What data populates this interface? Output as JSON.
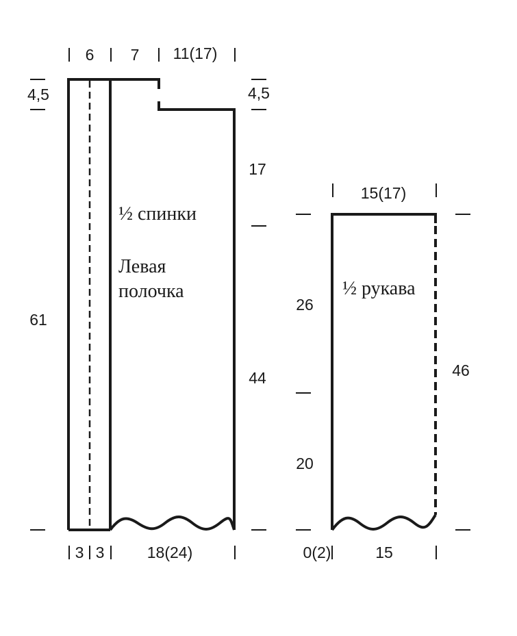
{
  "front_back_piece": {
    "label_back": "½ спинки",
    "label_front_line1": "Левая",
    "label_front_line2": "полочка",
    "top_widths": [
      "6",
      "7",
      "11(17)"
    ],
    "bottom_widths": [
      "3",
      "3",
      "18(24)"
    ],
    "left_shoulder": "4,5",
    "right_shoulder": "4,5",
    "total_height": "61",
    "armhole_height": "17",
    "side_height": "44"
  },
  "sleeve_piece": {
    "label": "½ рукава",
    "top_width": "15(17)",
    "bottom_offset": "0(2)",
    "bottom_width": "15",
    "upper_height": "26",
    "lower_height": "20",
    "total_height": "46"
  }
}
